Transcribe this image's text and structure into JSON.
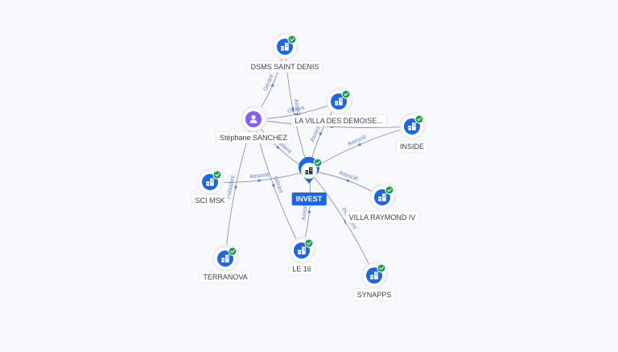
{
  "colors": {
    "background": "#f8f9fd",
    "company_node": "#1e66e6",
    "person_node": "#8a5cf6",
    "check_badge": "#1a9e47",
    "edge": "#8c93ad",
    "edge_label": "#5b7de2"
  },
  "center": {
    "id": "invest",
    "label": "INVEST",
    "icon": "building-icon"
  },
  "nodes": [
    {
      "id": "dsms",
      "label": "DSMS SAINT DENIS",
      "icon": "building-icon",
      "verified": true
    },
    {
      "id": "villa_demoise",
      "label": "LA VILLA DES DEMOISE...",
      "icon": "building-icon",
      "verified": true
    },
    {
      "id": "inside",
      "label": "INSIDE",
      "icon": "building-icon",
      "verified": true
    },
    {
      "id": "stephane",
      "label": "Stéphane SANCHEZ",
      "icon": "person-icon",
      "verified": false
    },
    {
      "id": "sci_msk",
      "label": "SCI MSK",
      "icon": "building-icon",
      "verified": true
    },
    {
      "id": "villa_raymond",
      "label": "VILLA RAYMOND IV",
      "icon": "building-icon",
      "verified": true
    },
    {
      "id": "terranova",
      "label": "TERRANOVA",
      "icon": "building-icon",
      "verified": true
    },
    {
      "id": "le16",
      "label": "LE 16",
      "icon": "building-icon",
      "verified": true
    },
    {
      "id": "synapps",
      "label": "SYNAPPS",
      "icon": "building-icon",
      "verified": true
    }
  ],
  "edges": [
    {
      "from": "stephane",
      "to": "dsms",
      "label": "Gérant"
    },
    {
      "from": "dsms",
      "to": "invest",
      "label": "Associé"
    },
    {
      "from": "villa_demoise",
      "to": "invest",
      "label": "Associé"
    },
    {
      "from": "stephane",
      "to": "villa_demoise",
      "label": "Gérant"
    },
    {
      "from": "stephane",
      "to": "inside",
      "label": "Gérant"
    },
    {
      "from": "inside",
      "to": "invest",
      "label": "Associé"
    },
    {
      "from": "stephane",
      "to": "invest",
      "label": "Président"
    },
    {
      "from": "sci_msk",
      "to": "invest",
      "label": "Associé"
    },
    {
      "from": "villa_raymond",
      "to": "invest",
      "label": "Associé"
    },
    {
      "from": "stephane",
      "to": "terranova",
      "label": "Président"
    },
    {
      "from": "le16",
      "to": "invest",
      "label": "Associé"
    },
    {
      "from": "stephane",
      "to": "le16",
      "label": "Gérant"
    },
    {
      "from": "synapps",
      "to": "invest",
      "label": "Président"
    }
  ]
}
